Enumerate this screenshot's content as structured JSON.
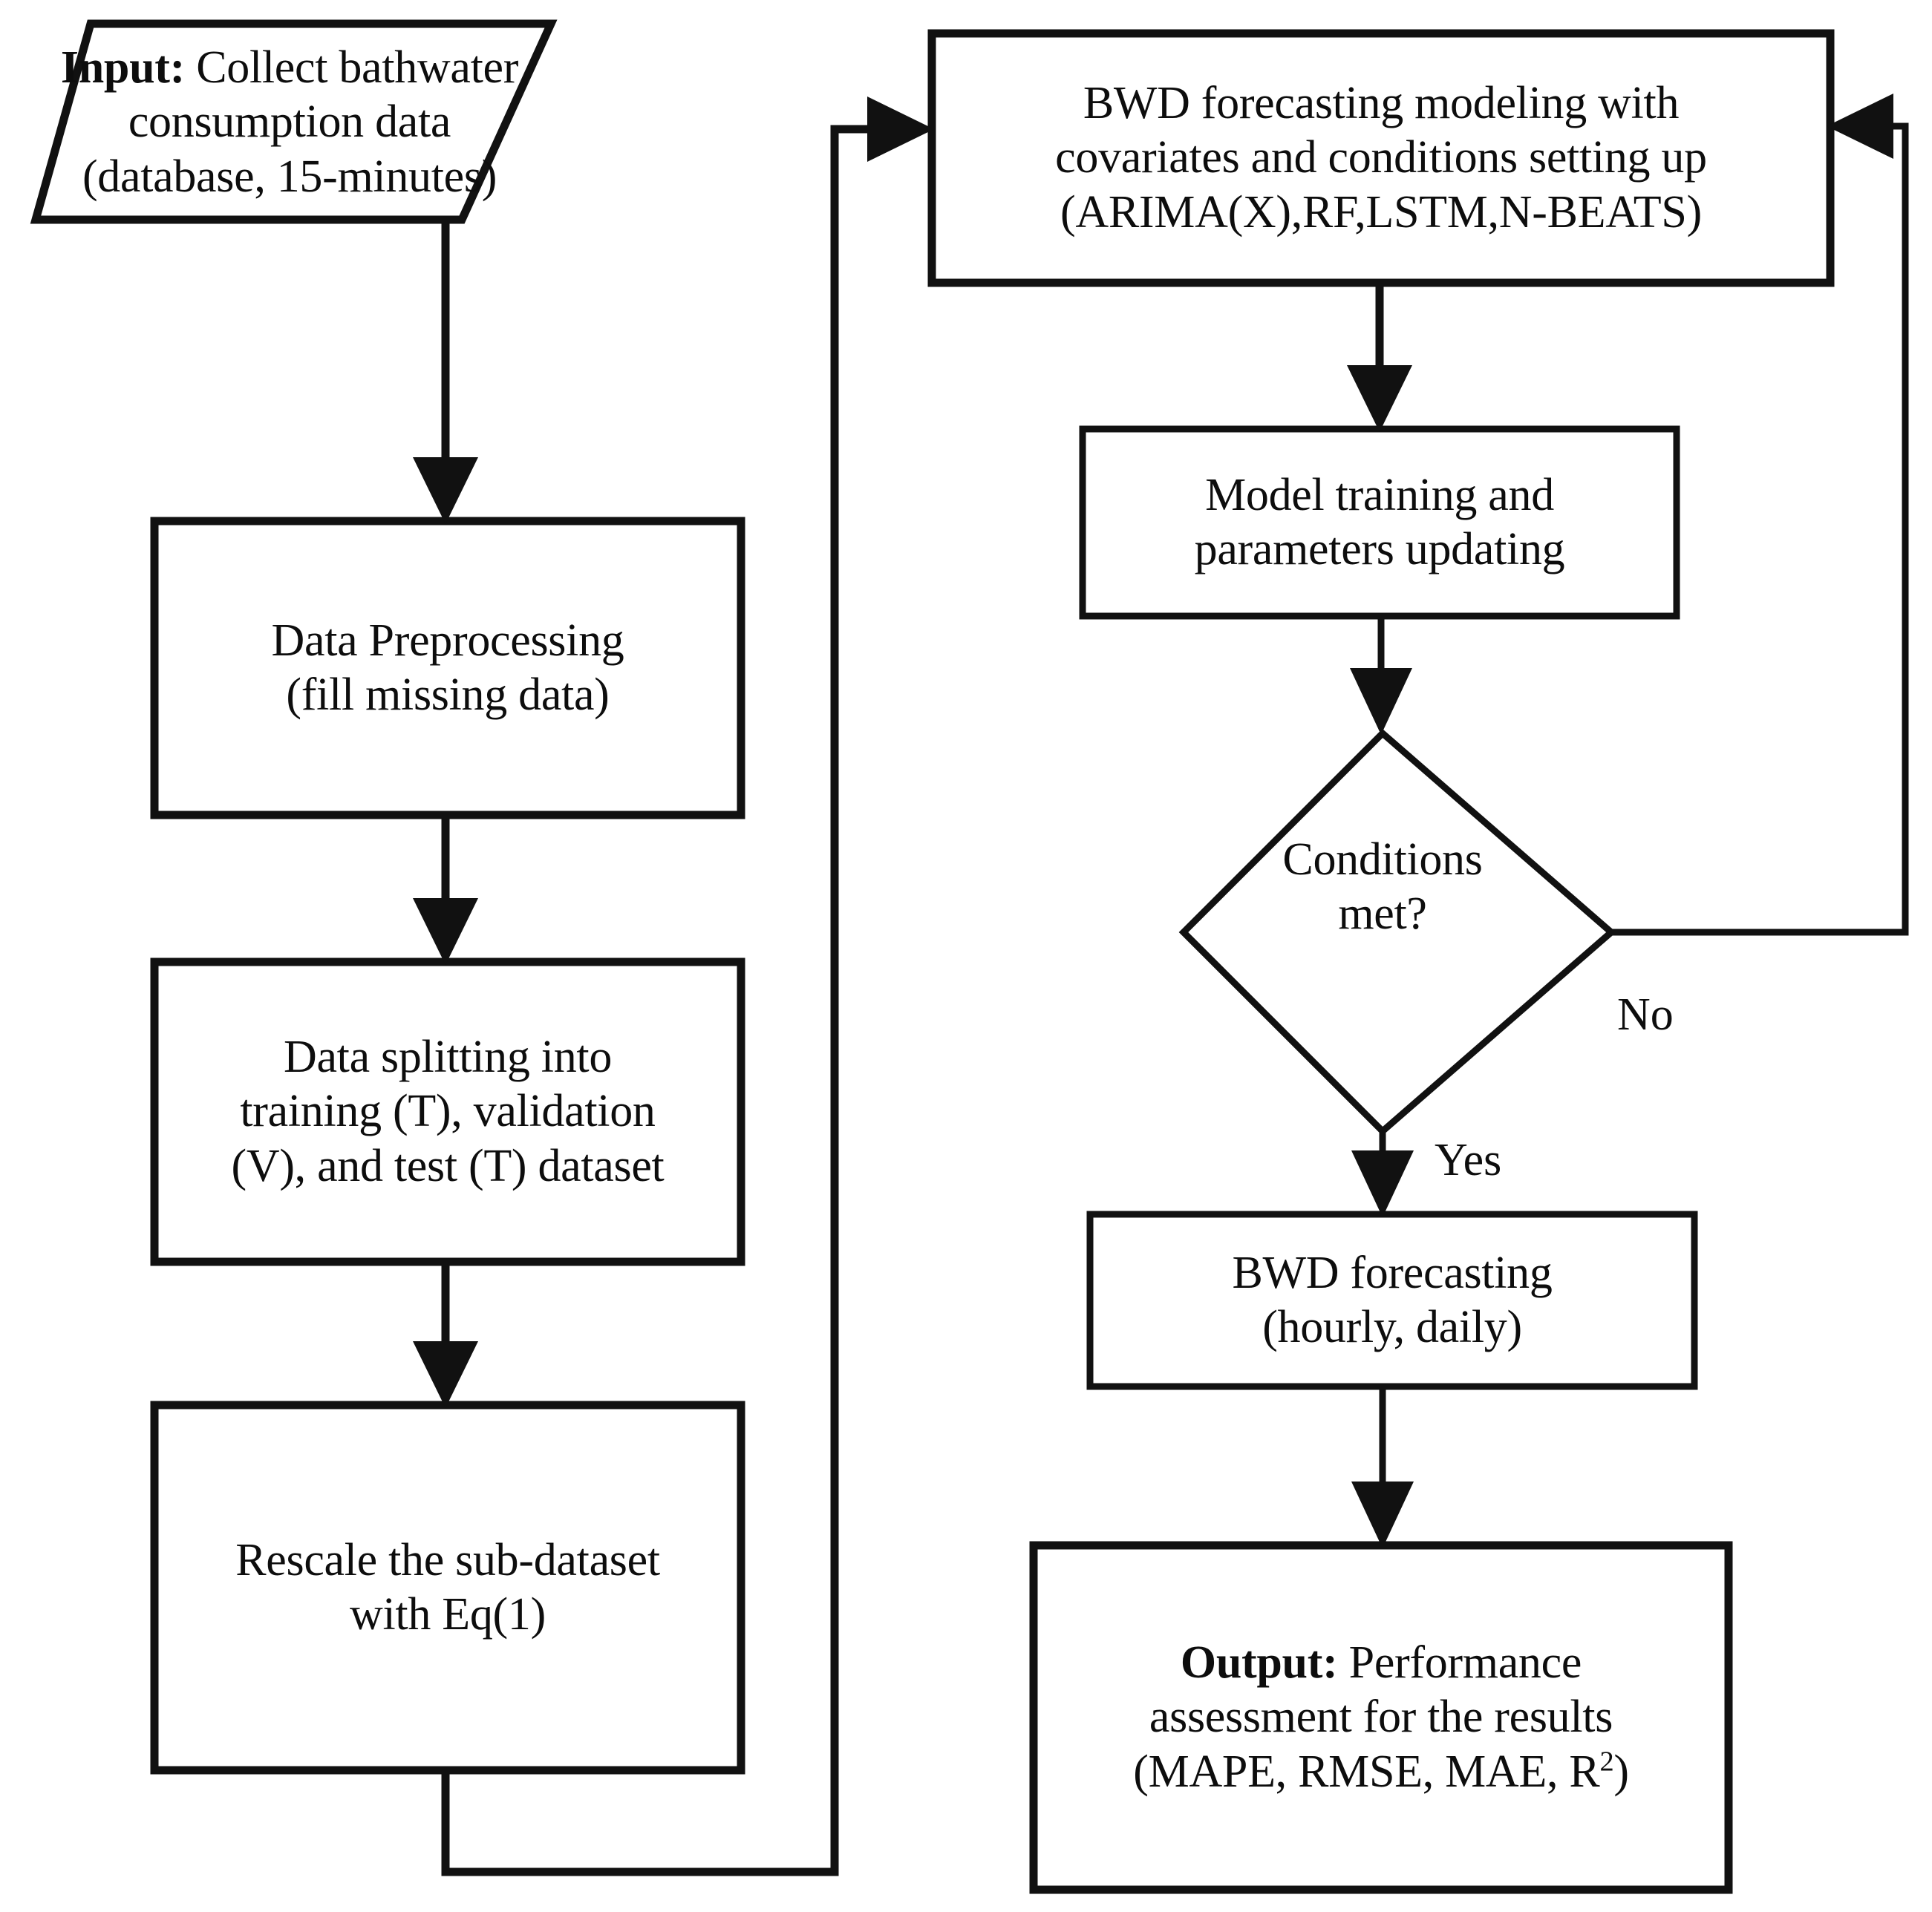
{
  "diagram": {
    "type": "flowchart",
    "title": "BWD forecasting workflow",
    "orientation": "two-column",
    "nodes": [
      {
        "id": "input",
        "shape": "parallelogram",
        "name": "input-node",
        "lines": [
          "Input: Collect bathwater",
          "consumption data",
          "(database, 15-minutes)"
        ],
        "bold_prefix": "Input:",
        "text_plain": "Input: Collect bathwater consumption data (database, 15-minutes)"
      },
      {
        "id": "preprocessing",
        "shape": "rectangle",
        "name": "data-preprocessing-node",
        "lines": [
          "Data Preprocessing",
          "(fill missing data)"
        ],
        "text_plain": "Data Preprocessing (fill missing data)"
      },
      {
        "id": "splitting",
        "shape": "rectangle",
        "name": "data-splitting-node",
        "lines": [
          "Data splitting into",
          "training (T), validation",
          "(V), and test (T) dataset"
        ],
        "text_plain": "Data splitting into training (T), validation (V), and test (T) dataset"
      },
      {
        "id": "rescale",
        "shape": "rectangle",
        "name": "rescale-node",
        "lines": [
          "Rescale the sub-dataset",
          "with Eq(1)"
        ],
        "text_plain": "Rescale the sub-dataset with Eq(1)"
      },
      {
        "id": "modeling",
        "shape": "rectangle",
        "name": "bwd-modeling-node",
        "lines": [
          "BWD forecasting modeling with",
          "covariates and conditions setting up",
          "(ARIMA(X),RF,LSTM,N-BEATS)"
        ],
        "text_plain": "BWD forecasting modeling with covariates and conditions setting up (ARIMA(X),RF,LSTM,N-BEATS)"
      },
      {
        "id": "training",
        "shape": "rectangle",
        "name": "model-training-node",
        "lines": [
          "Model training and",
          "parameters updating"
        ],
        "text_plain": "Model training and parameters updating"
      },
      {
        "id": "decision",
        "shape": "diamond",
        "name": "conditions-met-decision",
        "lines": [
          "Conditions",
          "met?"
        ],
        "text_plain": "Conditions met?"
      },
      {
        "id": "forecast",
        "shape": "rectangle",
        "name": "bwd-forecasting-node",
        "lines": [
          "BWD forecasting",
          "(hourly, daily)"
        ],
        "text_plain": "BWD forecasting (hourly, daily)"
      },
      {
        "id": "output",
        "shape": "rectangle",
        "name": "output-node",
        "lines": [
          "Output: Performance",
          "assessment for the results",
          "(MAPE, RMSE, MAE, R2)"
        ],
        "bold_prefix": "Output:",
        "superscript": "2",
        "text_plain": "Output: Performance assessment for the results (MAPE, RMSE, MAE, R^2)"
      }
    ],
    "edge_labels": {
      "no": "No",
      "yes": "Yes"
    },
    "edges": [
      {
        "from": "input",
        "to": "preprocessing",
        "label": ""
      },
      {
        "from": "preprocessing",
        "to": "splitting",
        "label": ""
      },
      {
        "from": "splitting",
        "to": "rescale",
        "label": ""
      },
      {
        "from": "rescale",
        "to": "modeling",
        "label": ""
      },
      {
        "from": "modeling",
        "to": "training",
        "label": ""
      },
      {
        "from": "training",
        "to": "decision",
        "label": ""
      },
      {
        "from": "decision",
        "to": "modeling",
        "label": "No"
      },
      {
        "from": "decision",
        "to": "forecast",
        "label": "Yes"
      },
      {
        "from": "forecast",
        "to": "output",
        "label": ""
      }
    ],
    "colors": {
      "stroke": "#111111",
      "fill": "#ffffff",
      "text": "#0d0d0d"
    }
  }
}
